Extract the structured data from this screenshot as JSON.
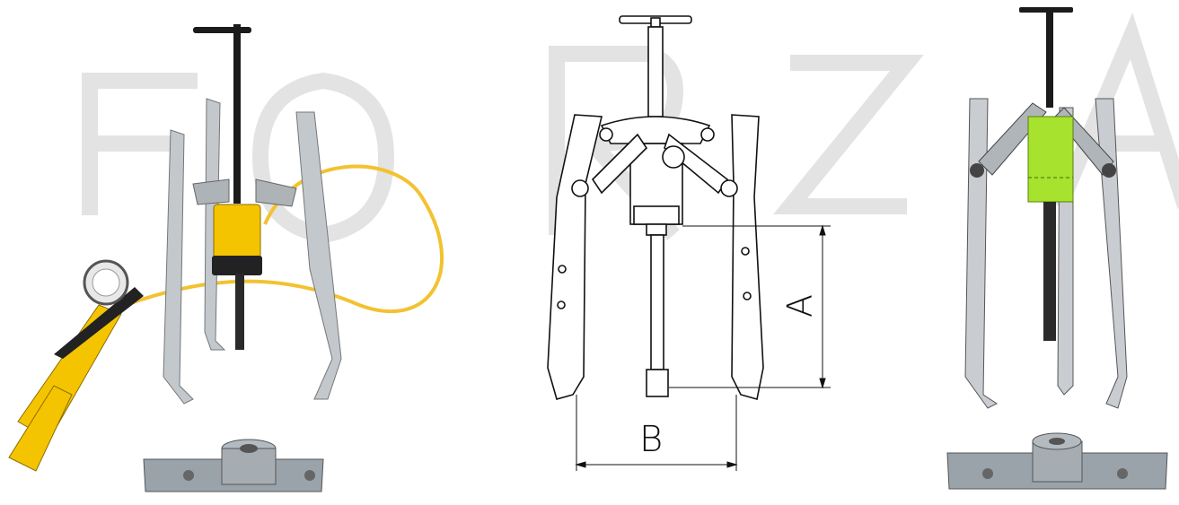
{
  "watermark": {
    "text": "FORZA",
    "color": "#d9d9d9"
  },
  "dimensions": {
    "a_label": "A",
    "b_label": "B"
  },
  "colors": {
    "accent_yellow": "#f5c400",
    "hose_yellow": "#f2c230",
    "steel": "#b9bec4",
    "dark_rod": "#1b1b1b",
    "render_green": "#a6e22e",
    "base_block": "#9aa3aa"
  }
}
